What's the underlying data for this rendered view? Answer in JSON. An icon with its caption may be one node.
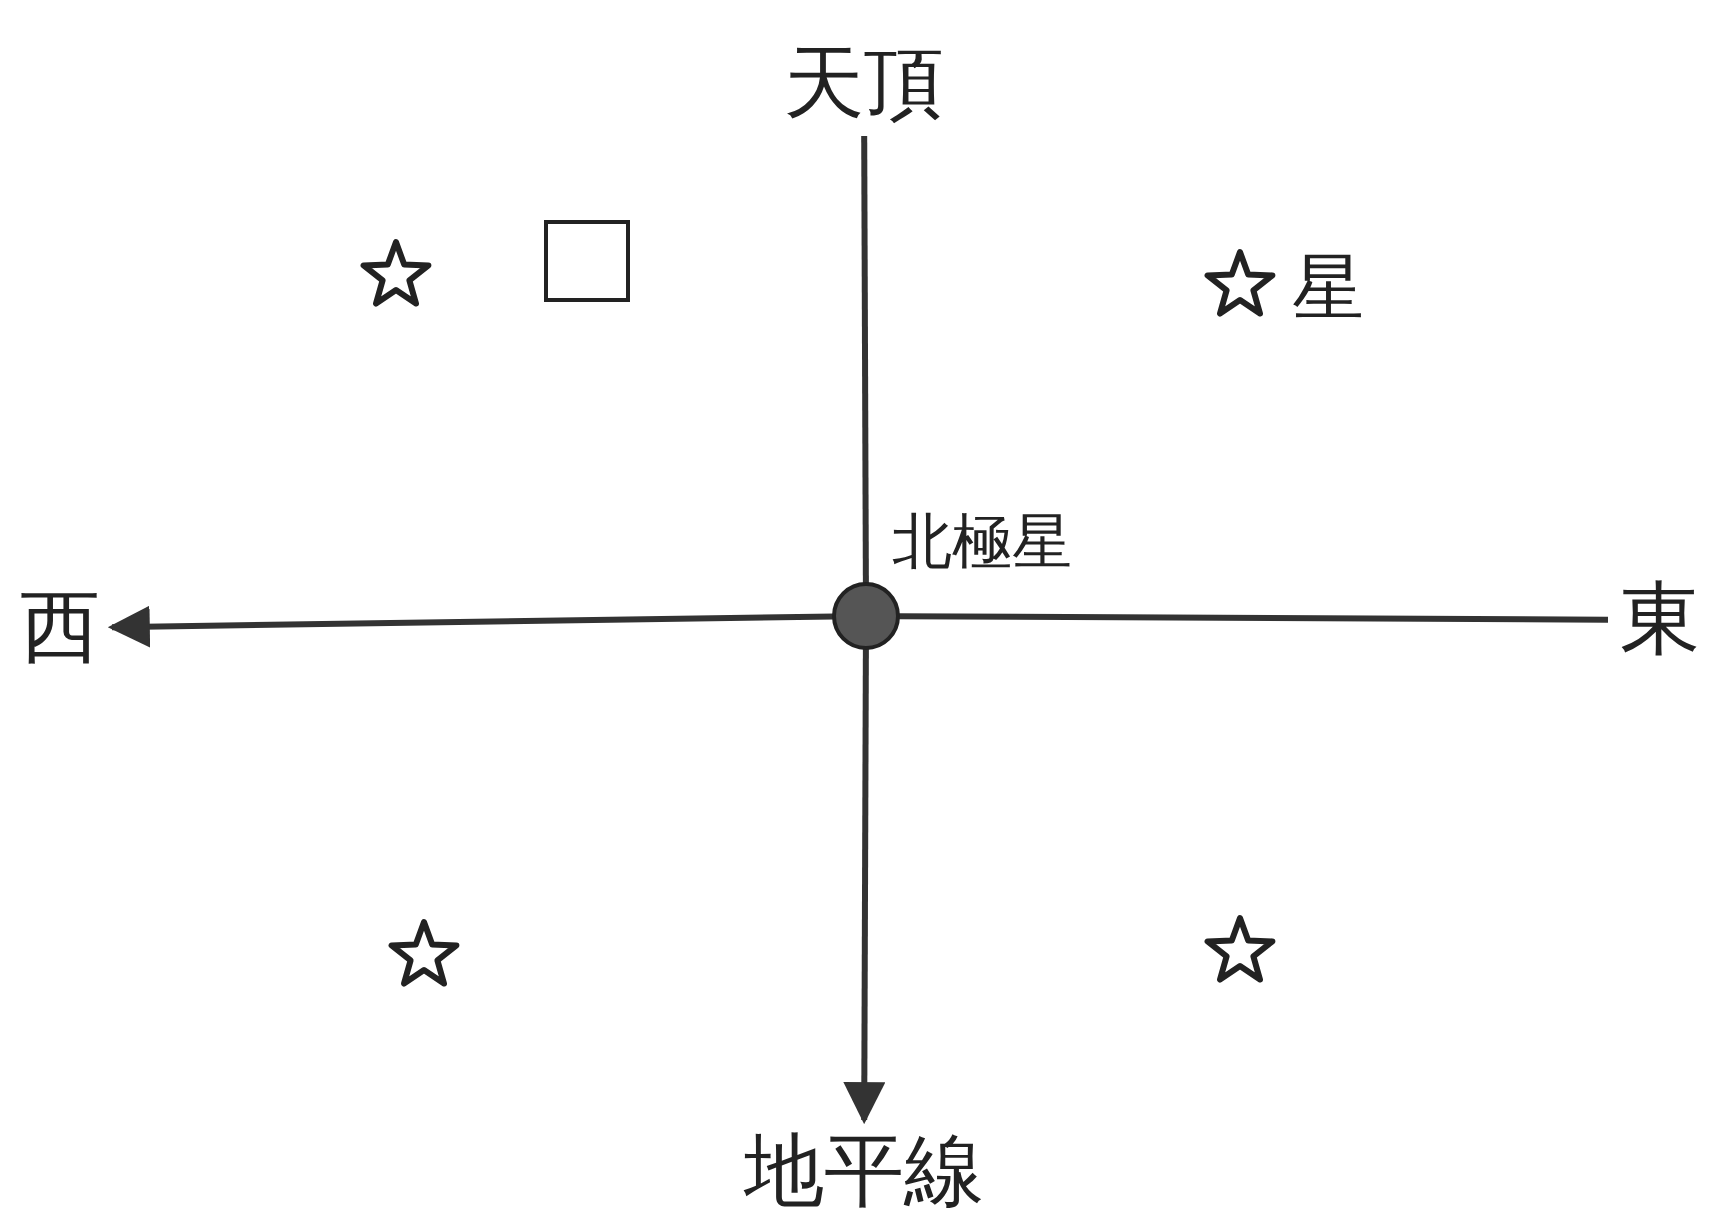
{
  "diagram": {
    "nodes": [
      {
        "text": [
          "天頂"
        ]
      },
      {
        "text": [
          "地平線"
        ]
      },
      {
        "text": [
          "西"
        ]
      },
      {
        "text": [
          "東"
        ]
      },
      {
        "text": [],
        "shape": "circle",
        "beside": [
          "北極星"
        ]
      }
    ],
    "edges": [
      {
        "from": 0,
        "to": 4,
        "arrow": "none"
      },
      {
        "from": 4,
        "to": 1,
        "arrow": "to"
      },
      {
        "from": 3,
        "to": 4,
        "arrow": "none"
      },
      {
        "from": 4,
        "to": 2,
        "arrow": "to"
      }
    ],
    "labels": [
      "星"
    ]
  }
}
